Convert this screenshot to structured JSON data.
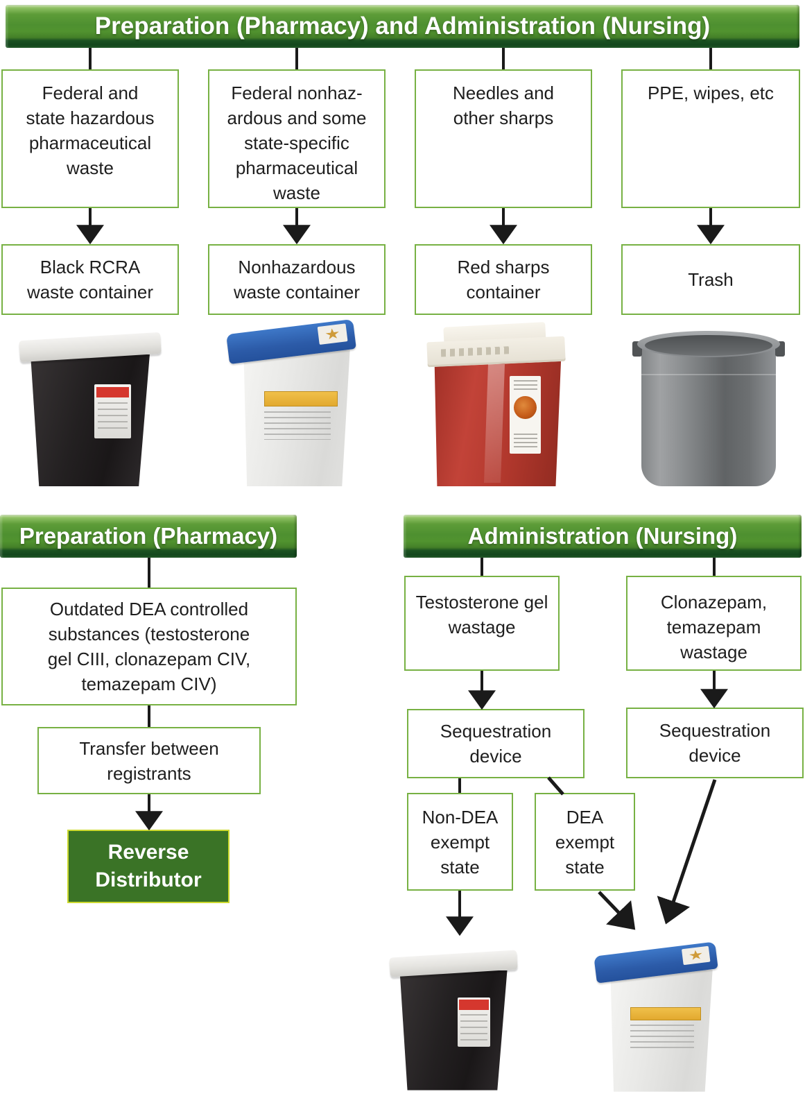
{
  "colors": {
    "banner_green": "#4f9130",
    "banner_dark_band": "#17491e",
    "box_border_green": "#77b143",
    "terminal_fill_green": "#3a7326",
    "terminal_border_yellow_green": "#ccd92f",
    "arrow_black": "#1a1a1a"
  },
  "top": {
    "banner": "Preparation (Pharmacy) and Administration (Nursing)",
    "columns": [
      {
        "source": "Federal and\nstate hazardous\npharmaceutical\nwaste",
        "destination": "Black RCRA\nwaste container",
        "image": "black-rcra-waste-container-photo"
      },
      {
        "source": "Federal nonhaz-\nardous and some\nstate-specific\npharmaceutical\nwaste",
        "destination": "Nonhazardous\nwaste container",
        "image": "nonhazardous-waste-container-photo"
      },
      {
        "source": "Needles and\nother sharps",
        "destination": "Red sharps\ncontainer",
        "image": "red-sharps-container-photo"
      },
      {
        "source": "PPE, wipes, etc",
        "destination": "Trash",
        "image": "gray-trash-can-photo"
      }
    ]
  },
  "pharmacy": {
    "banner": "Preparation (Pharmacy)",
    "source": "Outdated DEA controlled\nsubstances (testosterone\ngel CIII, clonazepam CIV,\ntemazepam CIV)",
    "step": "Transfer between\nregistrants",
    "terminal": "Reverse\nDistributor"
  },
  "nursing": {
    "banner": "Administration (Nursing)",
    "left": {
      "source": "Testosterone gel\nwastage",
      "device": "Sequestration\ndevice",
      "branch_non_dea": "Non-DEA\nexempt\nstate",
      "branch_dea": "DEA\nexempt\nstate",
      "image": "black-rcra-waste-container-photo"
    },
    "right": {
      "source": "Clonazepam,\ntemazepam\nwastage",
      "device": "Sequestration\ndevice",
      "image": "nonhazardous-waste-container-photo"
    }
  }
}
